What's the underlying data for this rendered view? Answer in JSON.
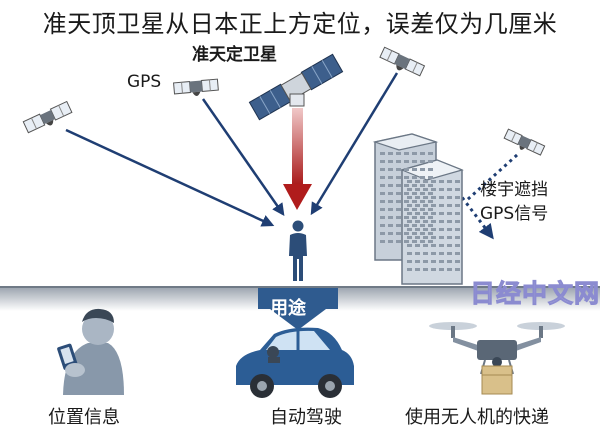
{
  "title": "准天顶卫星从日本正上方定位，误差仅为几厘米",
  "labels": {
    "qzss": "准天定卫星",
    "gps": "GPS",
    "blocked_line1": "楼宇遮挡",
    "blocked_line2": "GPS信号",
    "uses": "用途"
  },
  "uses": [
    {
      "label": "位置信息",
      "icon": "smartphone-user-icon"
    },
    {
      "label": "自动驾驶",
      "icon": "self-driving-car-icon"
    },
    {
      "label": "使用无人机的快递",
      "icon": "delivery-drone-icon"
    }
  ],
  "watermark": "日经中文网",
  "colors": {
    "gps_arrow": "#1f3e73",
    "qzss_arrow": "#b01c1c",
    "ground": "#8c96a3",
    "building": "#c7d0da",
    "icon_blue": "#2c4d78"
  }
}
